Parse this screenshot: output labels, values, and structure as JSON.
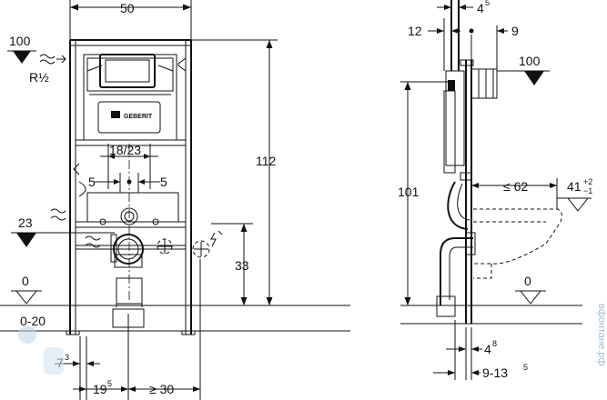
{
  "front_view": {
    "width_label": "50",
    "height_label": "112",
    "inlet_level_label": "100",
    "inlet_thread_label": "R½",
    "flush_spacing_label": "18/23",
    "bolt_offset_left_label": "5",
    "bolt_offset_right_label": "5",
    "drain_level_label": "23",
    "electric_height_label": "33",
    "floor_level_label": "0",
    "floor_range_label": "0-20",
    "foot_offset_label": "7",
    "foot_offset_sup": "3",
    "drain_side_label": "19",
    "drain_side_sup": "5",
    "side_clearance_label": "≥ 30",
    "brand_label": "GEBERIT"
  },
  "side_view": {
    "top_offset_label": "4",
    "top_offset_sup": "5",
    "left_offset_label": "12",
    "right_offset_label": "9",
    "inlet_level_label": "100",
    "height_label": "101",
    "bowl_depth_label": "≤ 62",
    "bowl_height_label": "41",
    "bowl_height_tol_plus": "+2",
    "bowl_height_tol_minus": "−1",
    "floor_level_label": "0",
    "bottom_offset_label": "4",
    "bottom_offset_sup": "8",
    "wall_range_label": "9-13",
    "wall_range_sup": "5"
  },
  "watermark": {
    "text": "вфонтане.рф",
    "color": "#9fc0d9"
  }
}
